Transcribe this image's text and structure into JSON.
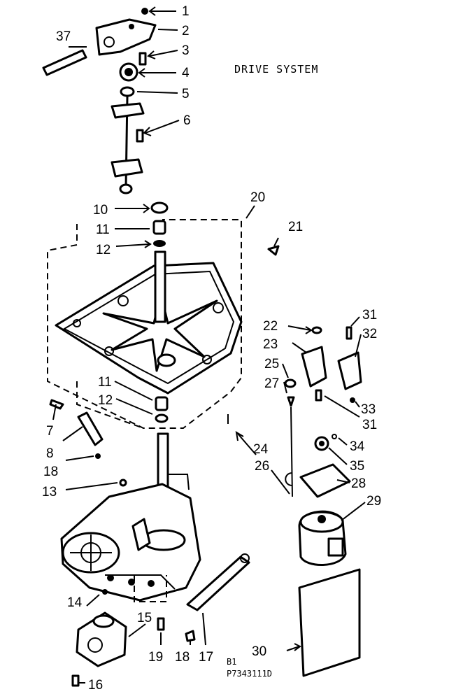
{
  "diagram": {
    "title": "DRIVE SYSTEM",
    "code_line1": "B1",
    "code_line2": "P7343111D",
    "callouts": {
      "c1": "1",
      "c2": "2",
      "c3": "3",
      "c4": "4",
      "c5": "5",
      "c6": "6",
      "c7": "7",
      "c8": "8",
      "c10": "10",
      "c11a": "11",
      "c11b": "11",
      "c12a": "12",
      "c12b": "12",
      "c13": "13",
      "c14": "14",
      "c15": "15",
      "c16": "16",
      "c17": "17",
      "c18a": "18",
      "c18b": "18",
      "c19": "19",
      "c20": "20",
      "c21": "21",
      "c22": "22",
      "c23": "23",
      "c24": "24",
      "c25": "25",
      "c26": "26",
      "c27": "27",
      "c28": "28",
      "c29": "29",
      "c30": "30",
      "c31a": "31",
      "c31b": "31",
      "c32": "32",
      "c33": "33",
      "c34": "34",
      "c35": "35",
      "c37": "37"
    }
  }
}
